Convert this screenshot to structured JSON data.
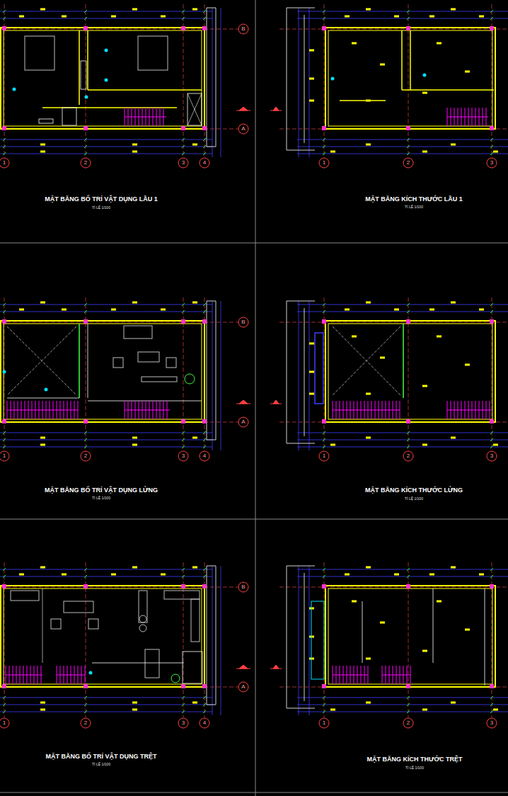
{
  "diagram": {
    "labels": [
      "MẶT BẰNG BỐ TRÍ VẬT DỤNG LẦU 1",
      "TỈ LỆ 1/100",
      "1",
      "2",
      "3",
      "4",
      "B",
      "A",
      "MẶT BẰNG KÍCH THƯỚC LẦU 1",
      "TỈ LỆ 1/100",
      "1",
      "2",
      "3",
      "MẶT BẰNG BỐ TRÍ VẬT DỤNG LỬNG",
      "TỈ LỆ 1/100",
      "1",
      "2",
      "3",
      "4",
      "B",
      "A",
      "MẶT BẰNG KÍCH THƯỚC LỬNG",
      "TỈ LỆ 1/100",
      "1",
      "2",
      "3",
      "MẶT BẰNG BỐ TRÍ VẬT DỤNG TRỆT",
      "TỈ LỆ 1/100",
      "1",
      "2",
      "3",
      "4",
      "B",
      "A",
      "MẶT BẰNG KÍCH THƯỚC TRỆT",
      "TỈ LỆ 1/100",
      "1",
      "2",
      "3"
    ]
  }
}
